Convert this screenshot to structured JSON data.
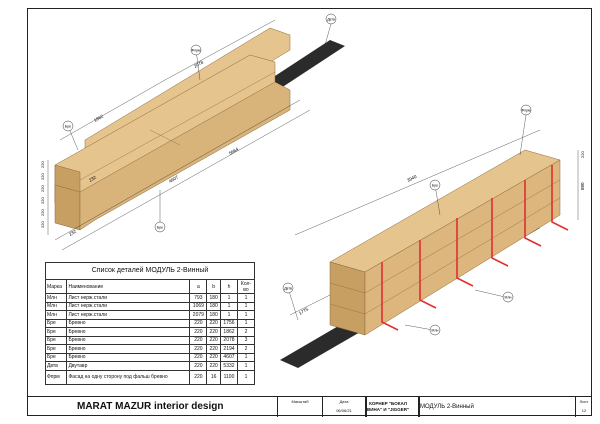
{
  "titleblock": {
    "company": "MARAT MAZUR interior design",
    "scale_label": "Масштаб",
    "date_label": "Дата",
    "date_value": "06/06/21",
    "project_line1": "КОРНЕР \"БОКАЛ",
    "project_line2": "ВИНА\" И \"JIGGER\"",
    "drawing_name": "МОДУЛЬ 2-Винный",
    "sheet_label": "Лист",
    "sheet_number": "12"
  },
  "parts_table": {
    "caption": "Список деталей МОДУЛЬ 2-Винный",
    "headers": [
      "Марка",
      "Наименование",
      "a",
      "b",
      "h",
      "Кол-во"
    ],
    "rows": [
      [
        "Млн",
        "Лист нерж.стали",
        "793",
        "180",
        "1",
        "1"
      ],
      [
        "Млн",
        "Лист нерж.стали",
        "1069",
        "180",
        "1",
        "1"
      ],
      [
        "Млн",
        "Лист нерж.стали",
        "2079",
        "180",
        "1",
        "1"
      ],
      [
        "Бре",
        "Бревно",
        "220",
        "220",
        "1756",
        "1"
      ],
      [
        "Бре",
        "Бревно",
        "220",
        "220",
        "1862",
        "2"
      ],
      [
        "Бре",
        "Бревно",
        "220",
        "220",
        "2078",
        "3"
      ],
      [
        "Бре",
        "Бревно",
        "220",
        "220",
        "2194",
        "2"
      ],
      [
        "Бре",
        "Бревно",
        "220",
        "220",
        "4607",
        "1"
      ],
      [
        "Двтв",
        "Двутавр",
        "220",
        "220",
        "5332",
        "1"
      ],
      [
        "Фпрм",
        "Фасад на одну сторону под фальш бревно",
        "220",
        "16",
        "1100",
        "1"
      ]
    ]
  },
  "dimensions": {
    "view1": [
      "1862",
      "2078",
      "4607",
      "5664",
      "232",
      "232",
      "220",
      "220",
      "220",
      "220",
      "220",
      "220"
    ],
    "view2": [
      "3940",
      "880",
      "1775",
      "220"
    ]
  },
  "callouts": {
    "view1": [
      "Фпрм",
      "Бре",
      "Бре",
      "Двтв"
    ],
    "view2": [
      "Бре",
      "Фпрм",
      "Млн",
      "Млн",
      "Двтв"
    ]
  },
  "colors": {
    "wood": "#e6c48e",
    "wood_dark": "#c79f63",
    "steel": "#2b2b2b",
    "holder": "#e03030"
  }
}
